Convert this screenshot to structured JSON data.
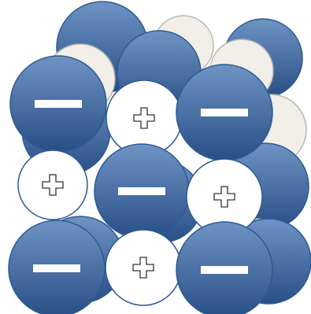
{
  "colors": {
    "anion_light": "#6e93c4",
    "anion_dark": "#284f86",
    "anion_edge": "#2d5a94",
    "cation_back_fill": "#f1efe7",
    "cation_back_edge": "#b8b8b2",
    "cation_front_fill": "#ffffff",
    "cation_front_edge": "#2d5a94",
    "sign_fill": "#ffffff",
    "sign_stroke": "#333333"
  },
  "icons": {
    "anion": "minus-sign-icon",
    "cation": "plus-sign-icon"
  },
  "ions": [
    {
      "name": "anion-back-top-left",
      "kind": "anion",
      "layer": "back",
      "sign": false
    },
    {
      "name": "cation-back-top-center",
      "kind": "cation",
      "layer": "back",
      "sign": false
    },
    {
      "name": "anion-back-top-right",
      "kind": "anion",
      "layer": "back",
      "sign": false
    },
    {
      "name": "cation-back-upper-left",
      "kind": "cation",
      "layer": "back",
      "sign": false
    },
    {
      "name": "cation-back-upper-right",
      "kind": "cation",
      "layer": "back",
      "sign": false
    },
    {
      "name": "anion-back-center",
      "kind": "anion",
      "layer": "back",
      "sign": false
    },
    {
      "name": "cation-back-mid-right",
      "kind": "cation",
      "layer": "back",
      "sign": false
    },
    {
      "name": "anion-back-left-mid",
      "kind": "anion",
      "layer": "back",
      "sign": false
    },
    {
      "name": "anion-back-right-mid",
      "kind": "anion",
      "layer": "back",
      "sign": false
    },
    {
      "name": "cation-back-bottom-right",
      "kind": "cation",
      "layer": "back",
      "sign": false
    },
    {
      "name": "anion-back-bottom-right",
      "kind": "anion",
      "layer": "back",
      "sign": false
    },
    {
      "name": "anion-back-bottom-left",
      "kind": "anion",
      "layer": "back",
      "sign": false
    },
    {
      "name": "anion-back-center-low",
      "kind": "anion",
      "layer": "back",
      "sign": false
    },
    {
      "name": "anion-front-top-left",
      "kind": "anion",
      "layer": "front",
      "sign": true
    },
    {
      "name": "cation-front-top-center",
      "kind": "cation",
      "layer": "front",
      "sign": true
    },
    {
      "name": "anion-front-top-right",
      "kind": "anion",
      "layer": "front",
      "sign": true
    },
    {
      "name": "cation-front-mid-left",
      "kind": "cation",
      "layer": "front",
      "sign": true
    },
    {
      "name": "anion-front-center",
      "kind": "anion",
      "layer": "front",
      "sign": true
    },
    {
      "name": "cation-front-mid-right",
      "kind": "cation",
      "layer": "front",
      "sign": true
    },
    {
      "name": "anion-front-bottom-left",
      "kind": "anion",
      "layer": "front",
      "sign": true
    },
    {
      "name": "cation-front-bottom-center",
      "kind": "cation",
      "layer": "front",
      "sign": true
    },
    {
      "name": "anion-front-bottom-right",
      "kind": "anion",
      "layer": "front",
      "sign": true
    }
  ]
}
